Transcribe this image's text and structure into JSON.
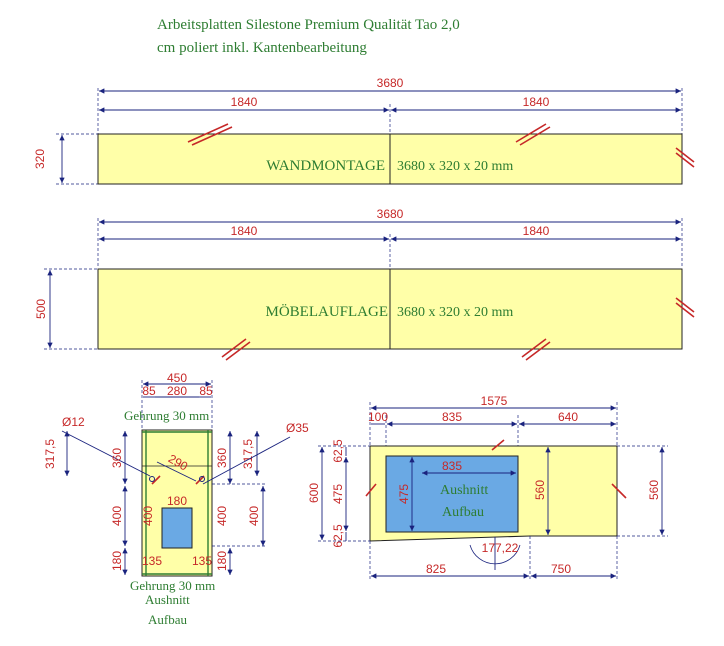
{
  "header": {
    "line1": "Arbeitsplatten Silestone Premium Qualität Tao 2,0",
    "line2": "cm poliert inkl. Kantenbearbeitung"
  },
  "plate1": {
    "total": "3680",
    "left": "1840",
    "right": "1840",
    "depth": "320",
    "label": "WANDMONTAGE",
    "size": "3680 x 320 x 20 mm"
  },
  "plate2": {
    "total": "3680",
    "left": "1840",
    "right": "1840",
    "depth": "500",
    "label": "MÖBELAUFLAGE",
    "size": "3680 x 320 x 20 mm"
  },
  "plate3": {
    "width": "450",
    "w_left": "85",
    "w_mid": "280",
    "w_right": "85",
    "hole": "Ø12",
    "miter_top": "Gehrung 30 mm",
    "miter_bottom": "Gehrung 30 mm",
    "h_a": "317,5",
    "h_b": "360",
    "h_c": "400",
    "h_d": "180",
    "h_e": "400",
    "r_a": "360",
    "r_b": "317,5",
    "r_c": "400",
    "r_d": "180",
    "r_e": "400",
    "diag": "290",
    "cut_w": "180",
    "bottom_l": "135",
    "bottom_r": "135",
    "cut_label1": "Aushnitt",
    "cut_label2": "Aufbau"
  },
  "plate4": {
    "hole": "Ø35",
    "total": "1575",
    "d_left": "100",
    "d_mid": "835",
    "d_right": "640",
    "left_h": "600",
    "l_top": "62,5",
    "l_mid": "475",
    "l_bot": "62,5",
    "cut_w": "835",
    "cut_h": "475",
    "cut_label1": "Aushnitt",
    "cut_label2": "Aufbau",
    "inner_h": "560",
    "right_h": "560",
    "angle": "177,22",
    "bottom_l": "825",
    "bottom_r": "750"
  },
  "colors": {
    "plate": "#ffffa8",
    "cutout": "#6aa9e4",
    "dimension_text": "#c62828",
    "label_text": "#2e7d32",
    "dimension_line": "#1a237e"
  }
}
